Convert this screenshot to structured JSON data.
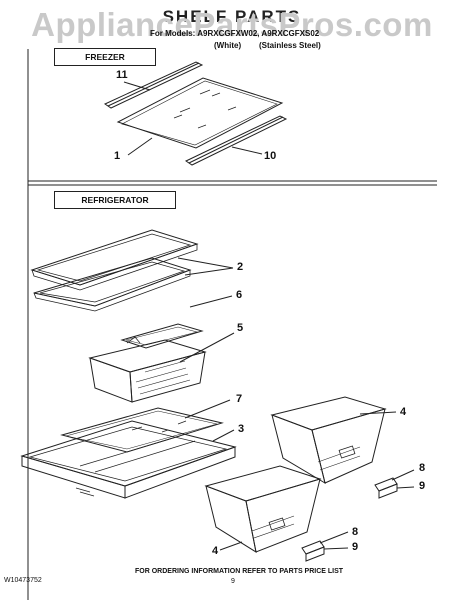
{
  "watermark": "AppliancePartsPros.com",
  "header": {
    "title": "SHELF PARTS",
    "models_line": "For Models: A9RXCGFXW02, A9RXCGFXS02",
    "variant_white": "(White)",
    "variant_stainless": "(Stainless Steel)"
  },
  "sections": {
    "freezer": "FREEZER",
    "refrigerator": "REFRIGERATOR"
  },
  "callouts": {
    "c11": "11",
    "c1": "1",
    "c10": "10",
    "c2": "2",
    "c6": "6",
    "c5": "5",
    "c7": "7",
    "c3": "3",
    "c4_top": "4",
    "c8_top": "8",
    "c9_top": "9",
    "c4_bottom": "4",
    "c8_bottom": "8",
    "c9_bottom": "9"
  },
  "footer": {
    "doc_number": "W10473752",
    "ordering_note": "FOR ORDERING INFORMATION REFER TO PARTS PRICE LIST",
    "page_number": "9"
  }
}
